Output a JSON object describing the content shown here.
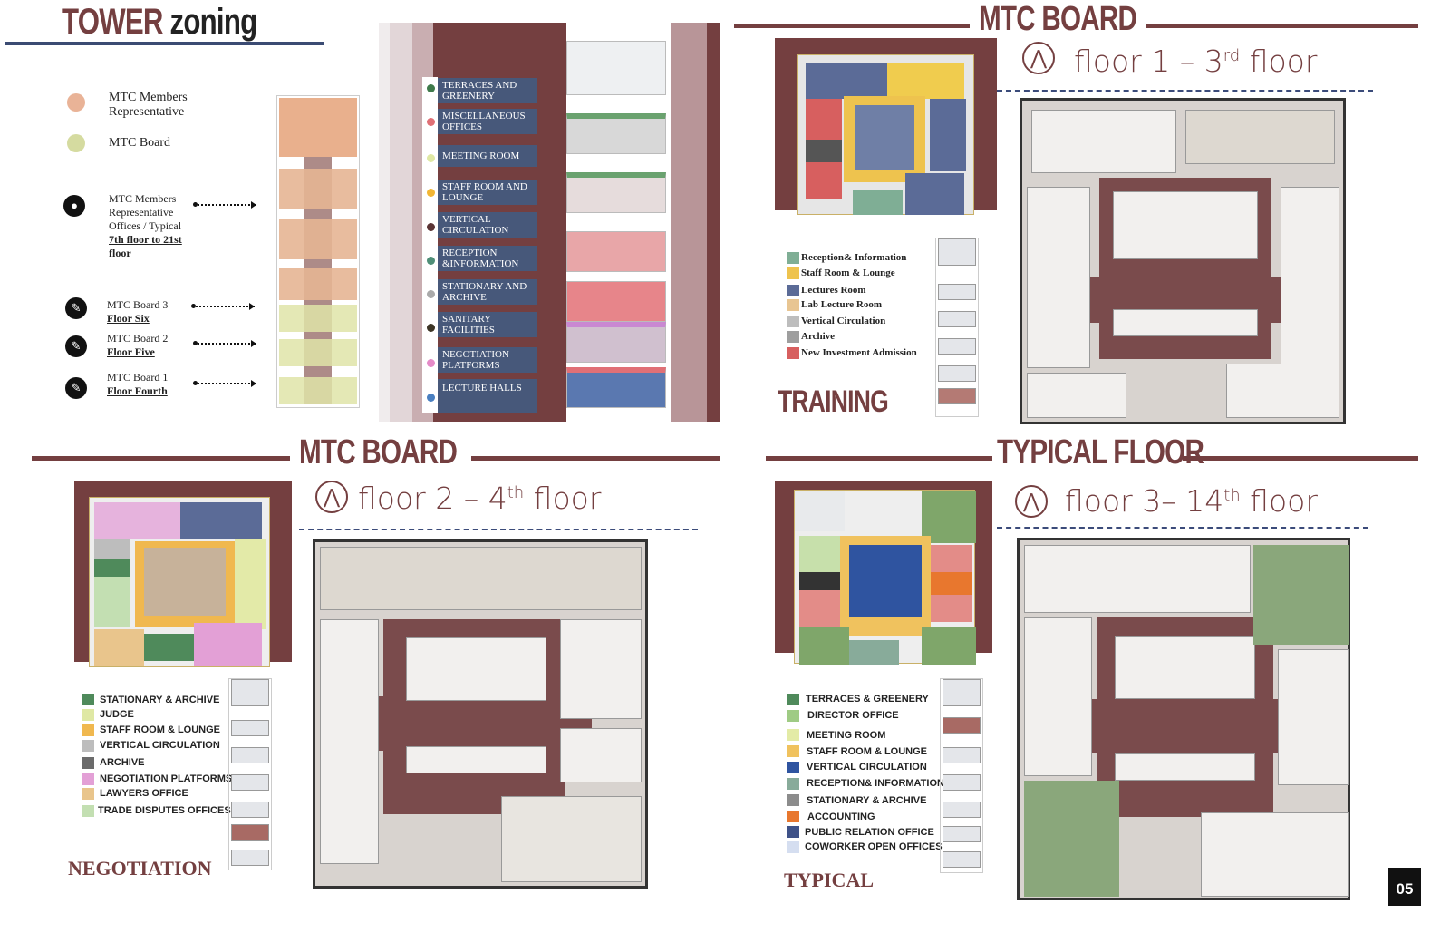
{
  "header": {
    "title_part1": "TOWER",
    "title_part2": "zoning"
  },
  "legend": [
    {
      "label": "MTC Members Representative",
      "color": "#e9b397"
    },
    {
      "label": "MTC Board",
      "color": "#d5dba0"
    }
  ],
  "floor_links": [
    {
      "icon": "globe-icon",
      "label": "MTC Members Representative Offices / Typical",
      "floors": "7th floor to 21st floor"
    },
    {
      "icon": "notebook-icon",
      "label": "MTC Board 3",
      "floors": "Floor Six"
    },
    {
      "icon": "notebook-icon",
      "label": "MTC Board 2",
      "floors": "Floor Five"
    },
    {
      "icon": "notebook-icon",
      "label": "MTC Board 1",
      "floors": "Floor Fourth"
    }
  ],
  "zones": [
    {
      "label": "TERRACES AND GREENERY",
      "color": "#3f7a4b"
    },
    {
      "label": "MISCELLANEOUS OFFICES",
      "color": "#e07076"
    },
    {
      "label": "MEETING ROOM",
      "color": "#dfe8a4"
    },
    {
      "label": "STAFF ROOM AND LOUNGE",
      "color": "#f2b635"
    },
    {
      "label": "VERTICAL CIRCULATION",
      "color": "#5a3435"
    },
    {
      "label": "RECEPTION &INFORMATION",
      "color": "#4f8f78"
    },
    {
      "label": "STATIONARY AND ARCHIVE",
      "color": "#aaaaaa"
    },
    {
      "label": "SANITARY FACILITIES",
      "color": "#3d3526"
    },
    {
      "label": "NEGOTIATION PLATFORMS",
      "color": "#e58bc8"
    },
    {
      "label": "LECTURE HALLS",
      "color": "#4a7fc0"
    }
  ],
  "training": {
    "section_title": "MTC BOARD",
    "floor_prefix": "floor 1 – 3",
    "floor_sup": "rd",
    "floor_suffix": " floor",
    "name": "TRAINING",
    "legend": [
      {
        "label": "Reception& Information",
        "color": "#7fae95"
      },
      {
        "label": "Staff Room & Lounge",
        "color": "#eec34e"
      },
      {
        "label": "Lectures Room",
        "color": "#5b6b97"
      },
      {
        "label": "Lab Lecture Room",
        "color": "#e8c592"
      },
      {
        "label": "Vertical Circulation",
        "color": "#bdbdbd"
      },
      {
        "label": "Archive",
        "color": "#9e9e9e"
      },
      {
        "label": "New Investment Admission",
        "color": "#d75f5f"
      }
    ]
  },
  "negotiation": {
    "section_title": "MTC BOARD",
    "floor_prefix": "floor 2 – 4",
    "floor_sup": "th",
    "floor_suffix": " floor",
    "name": "NEGOTIATION",
    "legend": [
      {
        "label": "STATIONARY & ARCHIVE",
        "color": "#4f8a5b"
      },
      {
        "label": "JUDGE",
        "color": "#dfe8a4"
      },
      {
        "label": "STAFF ROOM & LOUNGE",
        "color": "#f0b84f"
      },
      {
        "label": "VERTICAL CIRCULATION",
        "color": "#bdbdbd"
      },
      {
        "label": "ARCHIVE",
        "color": "#6b6b6b"
      },
      {
        "label": "NEGOTIATION PLATFORMS",
        "color": "#e3a0d6"
      },
      {
        "label": "LAWYERS OFFICE",
        "color": "#e9c58c"
      },
      {
        "label": "TRADE DISPUTES OFFICES",
        "color": "#c3dfb2"
      }
    ]
  },
  "typical": {
    "section_title": "TYPICAL FLOOR",
    "floor_prefix": "floor 3– 14",
    "floor_sup": "th",
    "floor_suffix": " floor",
    "name": "TYPICAL",
    "legend": [
      {
        "label": "TERRACES & GREENERY",
        "color": "#4f8a5b"
      },
      {
        "label": "DIRECTOR  OFFICE",
        "color": "#9fcb84"
      },
      {
        "label": "MEETING ROOM",
        "color": "#e3eba6"
      },
      {
        "label": "STAFF ROOM & LOUNGE",
        "color": "#f0c25e"
      },
      {
        "label": "VERTICAL CIRCULATION",
        "color": "#2f54a0"
      },
      {
        "label": "RECEPTION& INFORMATION",
        "color": "#88ab9a"
      },
      {
        "label": "STATIONARY & ARCHIVE",
        "color": "#8c8c8c"
      },
      {
        "label": "ACCOUNTING",
        "color": "#e8772e"
      },
      {
        "label": "PUBLIC RELATION OFFICE",
        "color": "#3f5288"
      },
      {
        "label": "COWORKER OPEN OFFICES",
        "color": "#d5def0"
      }
    ]
  },
  "page_number": "05"
}
